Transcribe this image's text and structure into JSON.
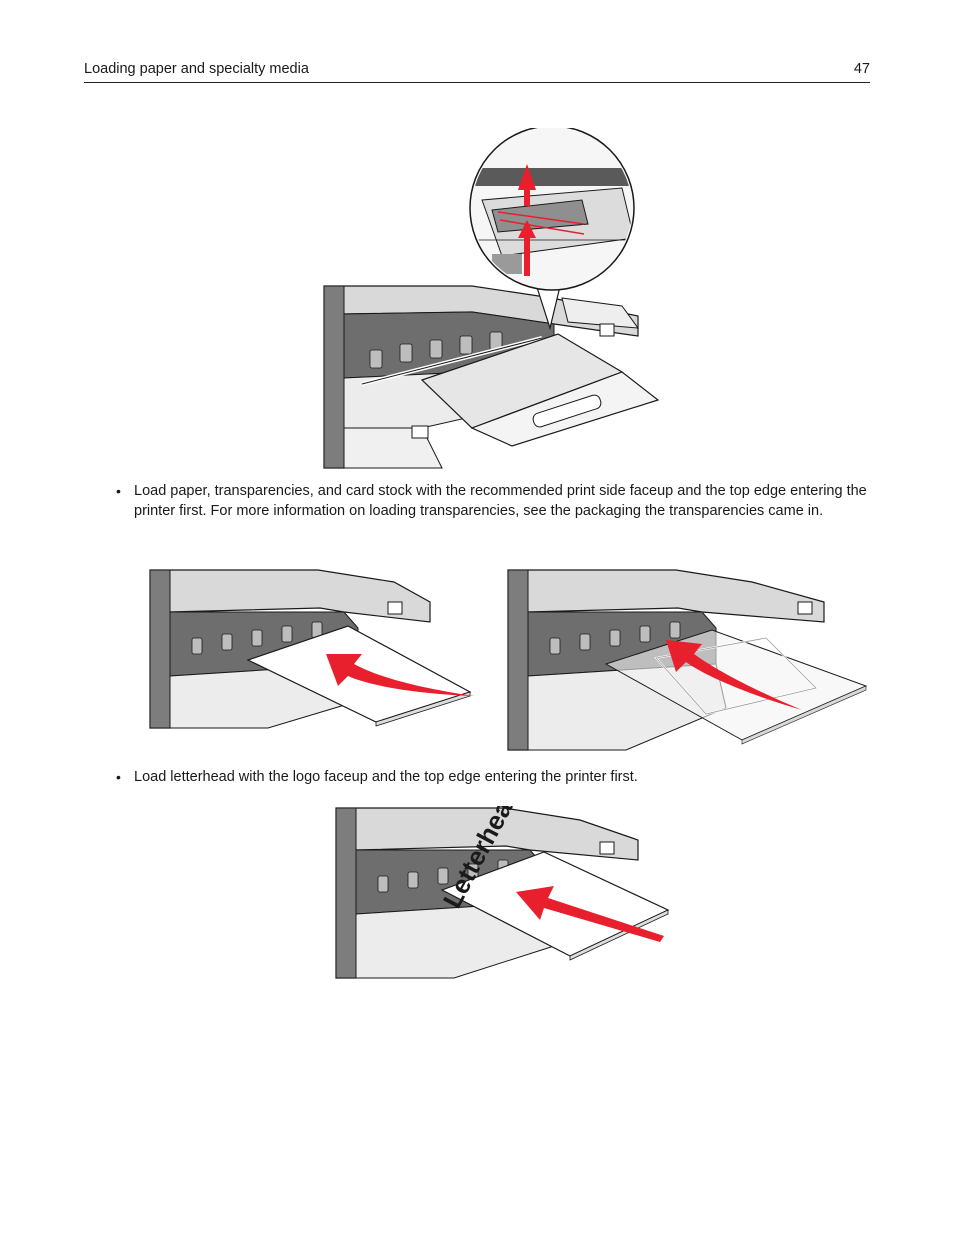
{
  "header": {
    "section_title": "Loading paper and specialty media",
    "page_number": "47"
  },
  "bullets": [
    {
      "marker": "•",
      "text": "Load paper, transparencies, and card stock with the recommended print side faceup and the top edge entering the printer first. For more information on loading transparencies, see the packaging the transparencies came in."
    },
    {
      "marker": "•",
      "text": "Load letterhead with the logo faceup and the top edge entering the printer first."
    }
  ],
  "figures": {
    "letterhead_label": "Letterhead"
  },
  "colors": {
    "arrow_red": "#e8202e",
    "printer_gray": "#8a8a8a",
    "light_gray": "#dcdcdc",
    "outline": "#1a1a1a"
  }
}
